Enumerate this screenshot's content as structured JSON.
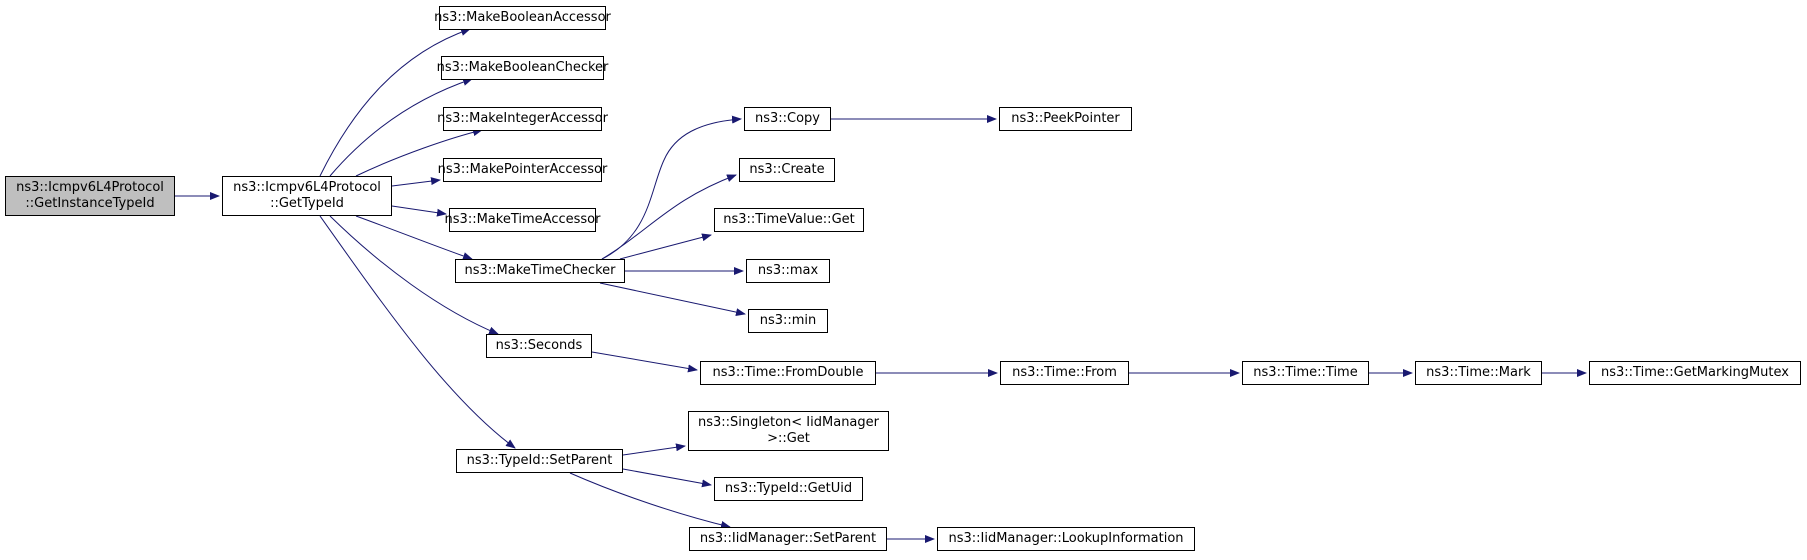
{
  "colors": {
    "edge": "#191970",
    "border": "#000000",
    "root_fill": "#bfbfbf",
    "node_fill": "#ffffff"
  },
  "nodes": {
    "root": [
      "ns3::Icmpv6L4Protocol",
      "::GetInstanceTypeId"
    ],
    "gettypeid": [
      "ns3::Icmpv6L4Protocol",
      "::GetTypeId"
    ],
    "makebooleanaccessor": [
      "ns3::MakeBooleanAccessor"
    ],
    "makebooleanchecker": [
      "ns3::MakeBooleanChecker"
    ],
    "makeintegeraccessor": [
      "ns3::MakeIntegerAccessor"
    ],
    "makepointeraccessor": [
      "ns3::MakePointerAccessor"
    ],
    "maketimeaccessor": [
      "ns3::MakeTimeAccessor"
    ],
    "maketimechecker": [
      "ns3::MakeTimeChecker"
    ],
    "seconds": [
      "ns3::Seconds"
    ],
    "typeid-setparent": [
      "ns3::TypeId::SetParent"
    ],
    "copy": [
      "ns3::Copy"
    ],
    "peekpointer": [
      "ns3::PeekPointer"
    ],
    "create": [
      "ns3::Create"
    ],
    "timevalue-get": [
      "ns3::TimeValue::Get"
    ],
    "max": [
      "ns3::max"
    ],
    "min": [
      "ns3::min"
    ],
    "time-fromdouble": [
      "ns3::Time::FromDouble"
    ],
    "time-from": [
      "ns3::Time::From"
    ],
    "time-time": [
      "ns3::Time::Time"
    ],
    "time-mark": [
      "ns3::Time::Mark"
    ],
    "time-getmarkingmutex": [
      "ns3::Time::GetMarkingMutex"
    ],
    "singleton-get": [
      "ns3::Singleton< IidManager",
      ">::Get"
    ],
    "typeid-getuid": [
      "ns3::TypeId::GetUid"
    ],
    "iidmanager-setparent": [
      "ns3::IidManager::SetParent"
    ],
    "iidmanager-lookupinformation": [
      "ns3::IidManager::LookupInformation"
    ]
  }
}
